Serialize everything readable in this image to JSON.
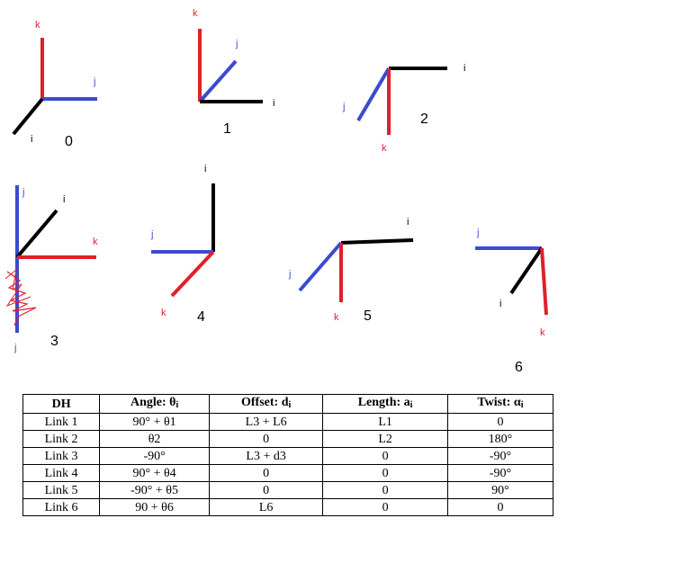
{
  "frames": [
    {
      "number": "0",
      "labels": {
        "k": "k",
        "j": "j",
        "i": "i"
      }
    },
    {
      "number": "1",
      "labels": {
        "k": "k",
        "j": "j",
        "i": "i"
      }
    },
    {
      "number": "2",
      "labels": {
        "k": "k",
        "j": "j",
        "i": "i"
      }
    },
    {
      "number": "3",
      "labels": {
        "k": "k",
        "j": "j",
        "i": "i",
        "j2": "j"
      }
    },
    {
      "number": "4",
      "labels": {
        "k": "k",
        "j": "j",
        "i": "i"
      }
    },
    {
      "number": "5",
      "labels": {
        "k": "k",
        "j": "j",
        "i": "i"
      }
    },
    {
      "number": "6",
      "labels": {
        "k": "k",
        "j": "j",
        "i": "i"
      }
    }
  ],
  "colors": {
    "k_axis": "#e0202a",
    "j_axis": "#3b4bd0",
    "i_axis": "#000000"
  },
  "table": {
    "headers": [
      "DH",
      "Angle: θ",
      "Offset: d",
      "Length: a",
      "Twist: α"
    ],
    "header_subs": [
      "",
      "i",
      "i",
      "i",
      "i"
    ],
    "rows": [
      [
        "Link 1",
        "90° + θ1",
        "L3 + L6",
        "L1",
        "0"
      ],
      [
        "Link 2",
        "θ2",
        "0",
        "L2",
        "180°"
      ],
      [
        "Link 3",
        "-90°",
        "L3 + d3",
        "0",
        "-90°"
      ],
      [
        "Link 4",
        "90° + θ4",
        "0",
        "0",
        "-90°"
      ],
      [
        "Link 5",
        "-90° + θ5",
        "0",
        "0",
        "90°"
      ],
      [
        "Link 6",
        "90 + θ6",
        "L6",
        "0",
        "0"
      ]
    ]
  }
}
